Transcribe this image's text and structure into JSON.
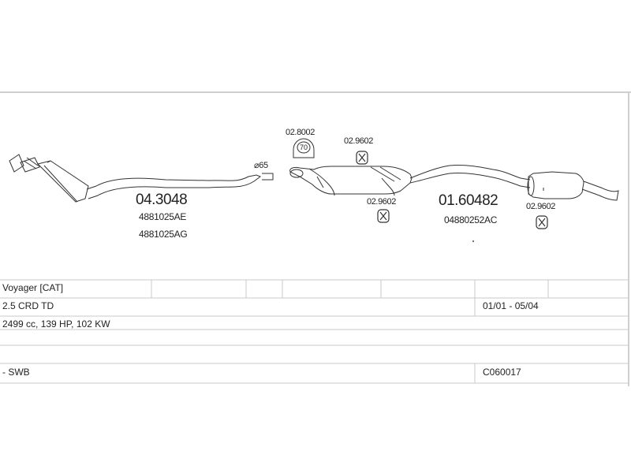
{
  "parts": {
    "cat": {
      "code": "04.3048",
      "refs": [
        "4881025AE",
        "4881025AG"
      ]
    },
    "diameter": "⌀65",
    "mount_rubber": {
      "code": "02.8002",
      "label": "70"
    },
    "hanger_a": {
      "code": "02.9602"
    },
    "hanger_b": {
      "code": "02.9602"
    },
    "hanger_c": {
      "code": "02.9602"
    },
    "rear": {
      "code": "01.60482",
      "ref": "04880252AC"
    }
  },
  "table": {
    "model": "Voyager  [CAT]",
    "engine": "2.5 CRD TD",
    "date_range": "01/01 - 05/04",
    "specs": "2499 cc, 139 HP, 102 KW",
    "variant": "- SWB",
    "code": "C060017"
  }
}
